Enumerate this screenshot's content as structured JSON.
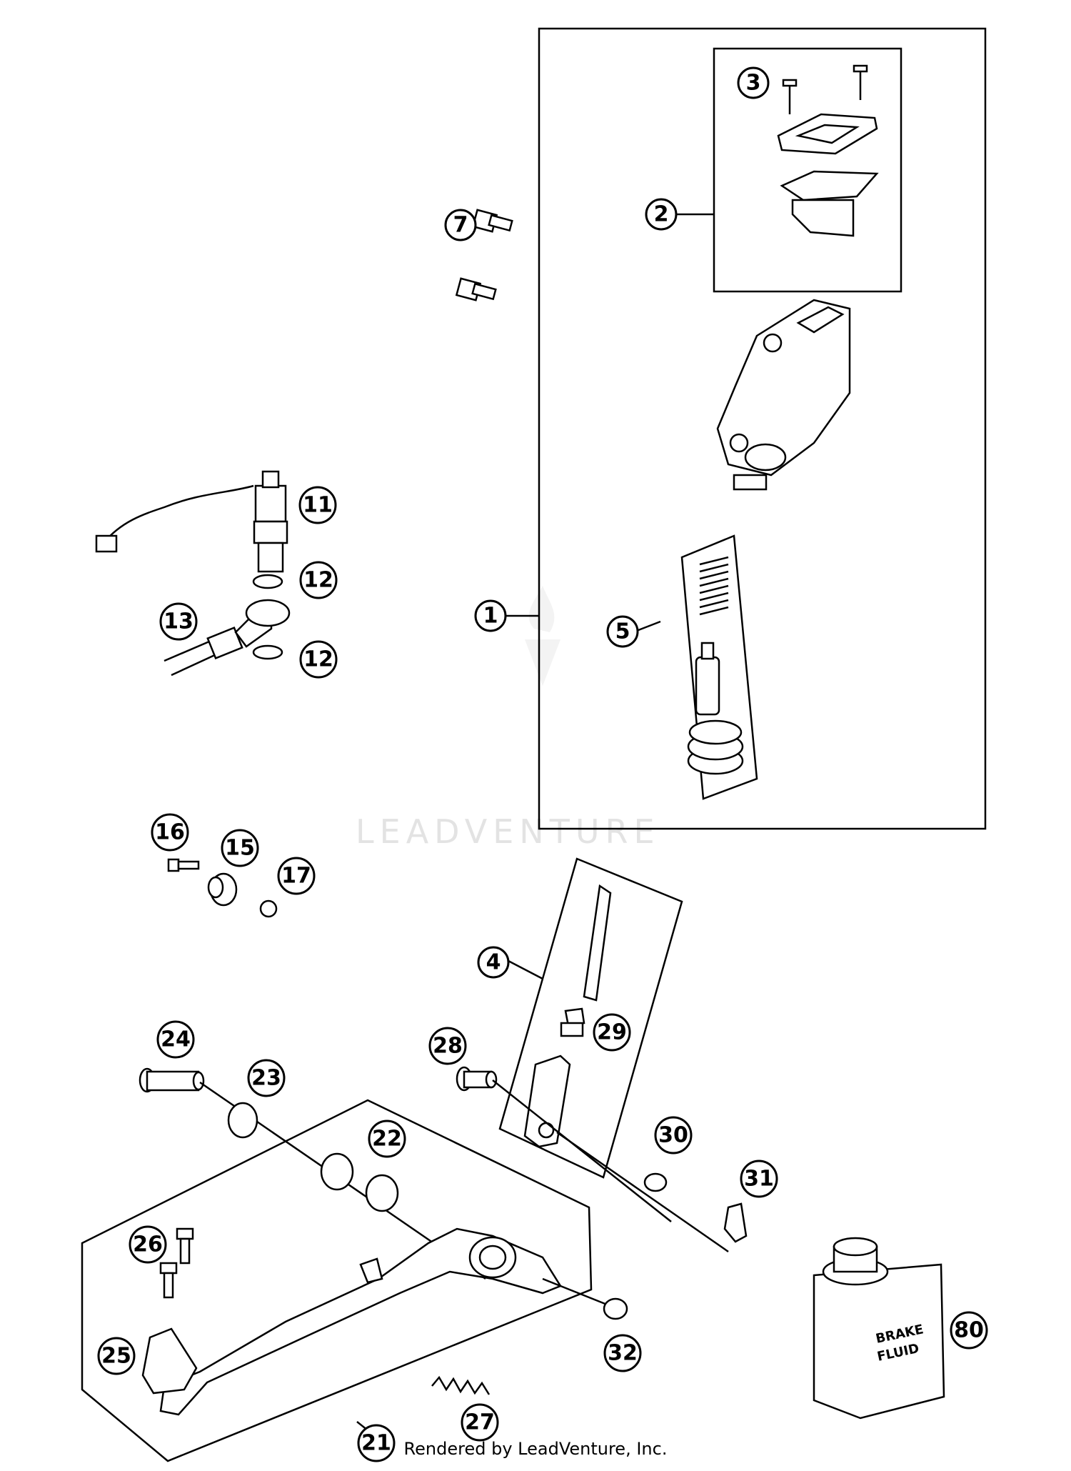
{
  "watermark": "LEADVENTURE",
  "footer": "Rendered by LeadVenture, Inc.",
  "can_label": [
    "BRAKE",
    "FLUID"
  ],
  "callouts": {
    "c1": "1",
    "c2": "2",
    "c3": "3",
    "c4": "4",
    "c5": "5",
    "c7": "7",
    "c11": "11",
    "c12a": "12",
    "c12b": "12",
    "c13": "13",
    "c15": "15",
    "c16": "16",
    "c17": "17",
    "c21": "21",
    "c22": "22",
    "c23": "23",
    "c24": "24",
    "c25": "25",
    "c26": "26",
    "c27": "27",
    "c28": "28",
    "c29": "29",
    "c30": "30",
    "c31": "31",
    "c32": "32",
    "c80": "80"
  }
}
